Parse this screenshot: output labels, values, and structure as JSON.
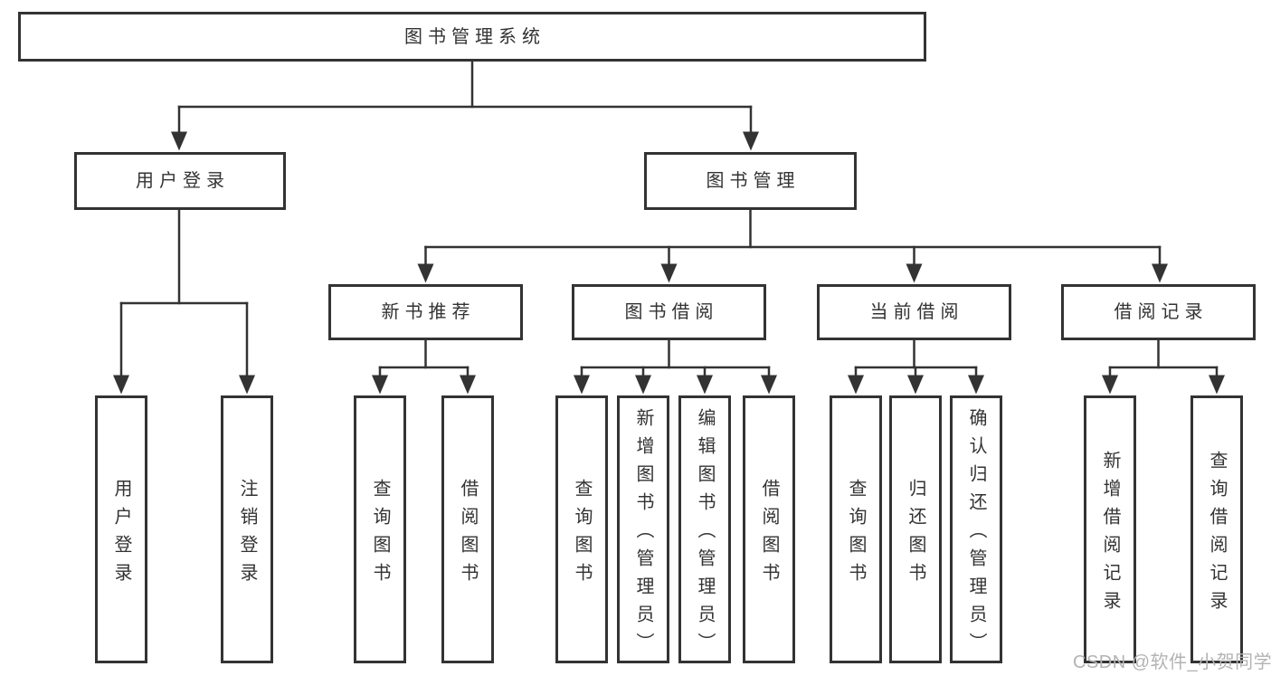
{
  "colors": {
    "line": "#333333",
    "text": "#333333",
    "box_fill": "#ffffff",
    "background": "#ffffff",
    "watermark": "#b3b3b3"
  },
  "watermark": {
    "text": "CSDN @软件_小贺同学"
  },
  "tree": {
    "root": {
      "label": "图书管理系统"
    },
    "branches": [
      {
        "label": "用户登录",
        "children": [
          {
            "label": "用户登录"
          },
          {
            "label": "注销登录"
          }
        ]
      },
      {
        "label": "图书管理",
        "children": [
          {
            "label": "新书推荐",
            "children": [
              {
                "label": "查询图书"
              },
              {
                "label": "借阅图书"
              }
            ]
          },
          {
            "label": "图书借阅",
            "children": [
              {
                "label": "查询图书"
              },
              {
                "label": "新增图书（管理员）"
              },
              {
                "label": "编辑图书（管理员）"
              },
              {
                "label": "借阅图书"
              }
            ]
          },
          {
            "label": "当前借阅",
            "children": [
              {
                "label": "查询图书"
              },
              {
                "label": "归还图书"
              },
              {
                "label": "确认归还（管理员）"
              }
            ]
          },
          {
            "label": "借阅记录",
            "children": [
              {
                "label": "新增借阅记录"
              },
              {
                "label": "查询借阅记录"
              }
            ]
          }
        ]
      }
    ]
  }
}
